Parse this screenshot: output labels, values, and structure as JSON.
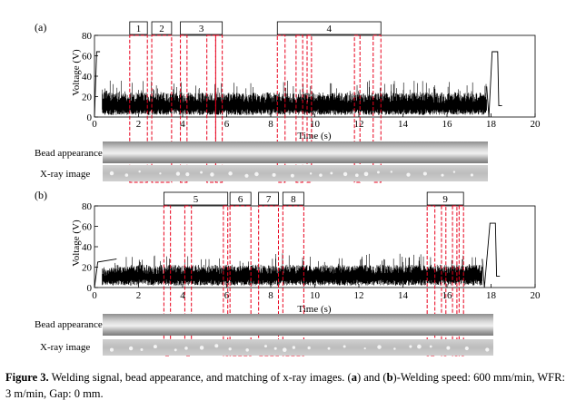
{
  "chart_data": [
    {
      "type": "line",
      "panel_label": "(a)",
      "xlabel": "Time (s)",
      "ylabel": "Voltage (V)",
      "xlim": [
        0,
        20
      ],
      "ylim": [
        0,
        80
      ],
      "xticks": [
        0,
        2,
        4,
        6,
        8,
        10,
        12,
        14,
        16,
        18,
        20
      ],
      "yticks": [
        0,
        20,
        40,
        60,
        80
      ],
      "series": [
        {
          "values": [
            [
              0.0,
              0
            ],
            [
              0.1,
              64
            ],
            [
              0.25,
              64
            ],
            [
              0.3,
              20
            ],
            [
              0.35,
              35
            ],
            [
              0.6,
              30
            ],
            [
              1.0,
              30
            ],
            [
              3.0,
              30
            ],
            [
              6.0,
              30
            ],
            [
              9.0,
              30
            ],
            [
              12.0,
              30
            ],
            [
              15.0,
              30
            ],
            [
              17.8,
              30
            ],
            [
              17.9,
              0
            ],
            [
              18.05,
              64
            ],
            [
              18.3,
              64
            ],
            [
              18.35,
              11
            ],
            [
              18.5,
              11
            ]
          ]
        }
      ],
      "regions": [
        {
          "label": "1",
          "x": [
            1.6,
            2.4
          ]
        },
        {
          "label": "2",
          "x": [
            2.6,
            3.5
          ]
        },
        {
          "label": "3",
          "x": [
            3.9,
            5.8
          ]
        },
        {
          "label": "4",
          "x": [
            8.3,
            13.0
          ]
        }
      ],
      "region_bands": [
        [
          1.6,
          2.4
        ],
        [
          2.6,
          3.5
        ],
        [
          3.9,
          4.2
        ],
        [
          5.1,
          5.5
        ],
        [
          5.5,
          5.8
        ],
        [
          8.3,
          8.65
        ],
        [
          9.15,
          9.45
        ],
        [
          9.65,
          9.85
        ],
        [
          11.8,
          12.05
        ],
        [
          12.65,
          13.0
        ]
      ]
    },
    {
      "type": "line",
      "panel_label": "(b)",
      "xlabel": "Time (s)",
      "ylabel": "Voltage (V)",
      "xlim": [
        0,
        20
      ],
      "ylim": [
        0,
        80
      ],
      "xticks": [
        0,
        2,
        4,
        6,
        8,
        10,
        12,
        14,
        16,
        18,
        20
      ],
      "yticks": [
        0,
        20,
        40,
        60,
        80
      ],
      "series": [
        {
          "values": [
            [
              0.0,
              0
            ],
            [
              0.15,
              25
            ],
            [
              1.0,
              28
            ],
            [
              4.0,
              28
            ],
            [
              7.0,
              28
            ],
            [
              10.0,
              28
            ],
            [
              13.0,
              28
            ],
            [
              16.0,
              28
            ],
            [
              17.6,
              28
            ],
            [
              17.7,
              0
            ],
            [
              17.95,
              63
            ],
            [
              18.2,
              63
            ],
            [
              18.25,
              11
            ],
            [
              18.4,
              11
            ]
          ]
        }
      ],
      "regions": [
        {
          "label": "5",
          "x": [
            3.15,
            6.05
          ]
        },
        {
          "label": "6",
          "x": [
            6.15,
            7.1
          ]
        },
        {
          "label": "7",
          "x": [
            7.45,
            8.35
          ]
        },
        {
          "label": "8",
          "x": [
            8.55,
            9.5
          ]
        },
        {
          "label": "9",
          "x": [
            15.1,
            16.75
          ]
        }
      ],
      "region_bands": [
        [
          3.15,
          3.45
        ],
        [
          4.1,
          4.4
        ],
        [
          5.85,
          6.05
        ],
        [
          6.15,
          7.1
        ],
        [
          7.45,
          8.35
        ],
        [
          8.55,
          9.5
        ],
        [
          15.1,
          15.45
        ],
        [
          15.75,
          15.95
        ],
        [
          16.25,
          16.45
        ],
        [
          16.55,
          16.75
        ]
      ]
    }
  ],
  "strip_labels": {
    "bead": "Bead appearance",
    "xray": "X-ray image"
  },
  "caption": {
    "prefix": "Figure 3.",
    "text_1": "Welding signal, bead appearance, and matching of x-ray images. (",
    "a": "a",
    "text_2": ") and (",
    "b": "b",
    "text_3": ")-Welding speed: 600 mm/min, WFR: 3 m/min, Gap: 0 mm."
  },
  "colors": {
    "signal": "#000000",
    "region": "#e8001c",
    "bead_bg": "#b4b4b4",
    "xray_bg": "#c8c8c8"
  }
}
